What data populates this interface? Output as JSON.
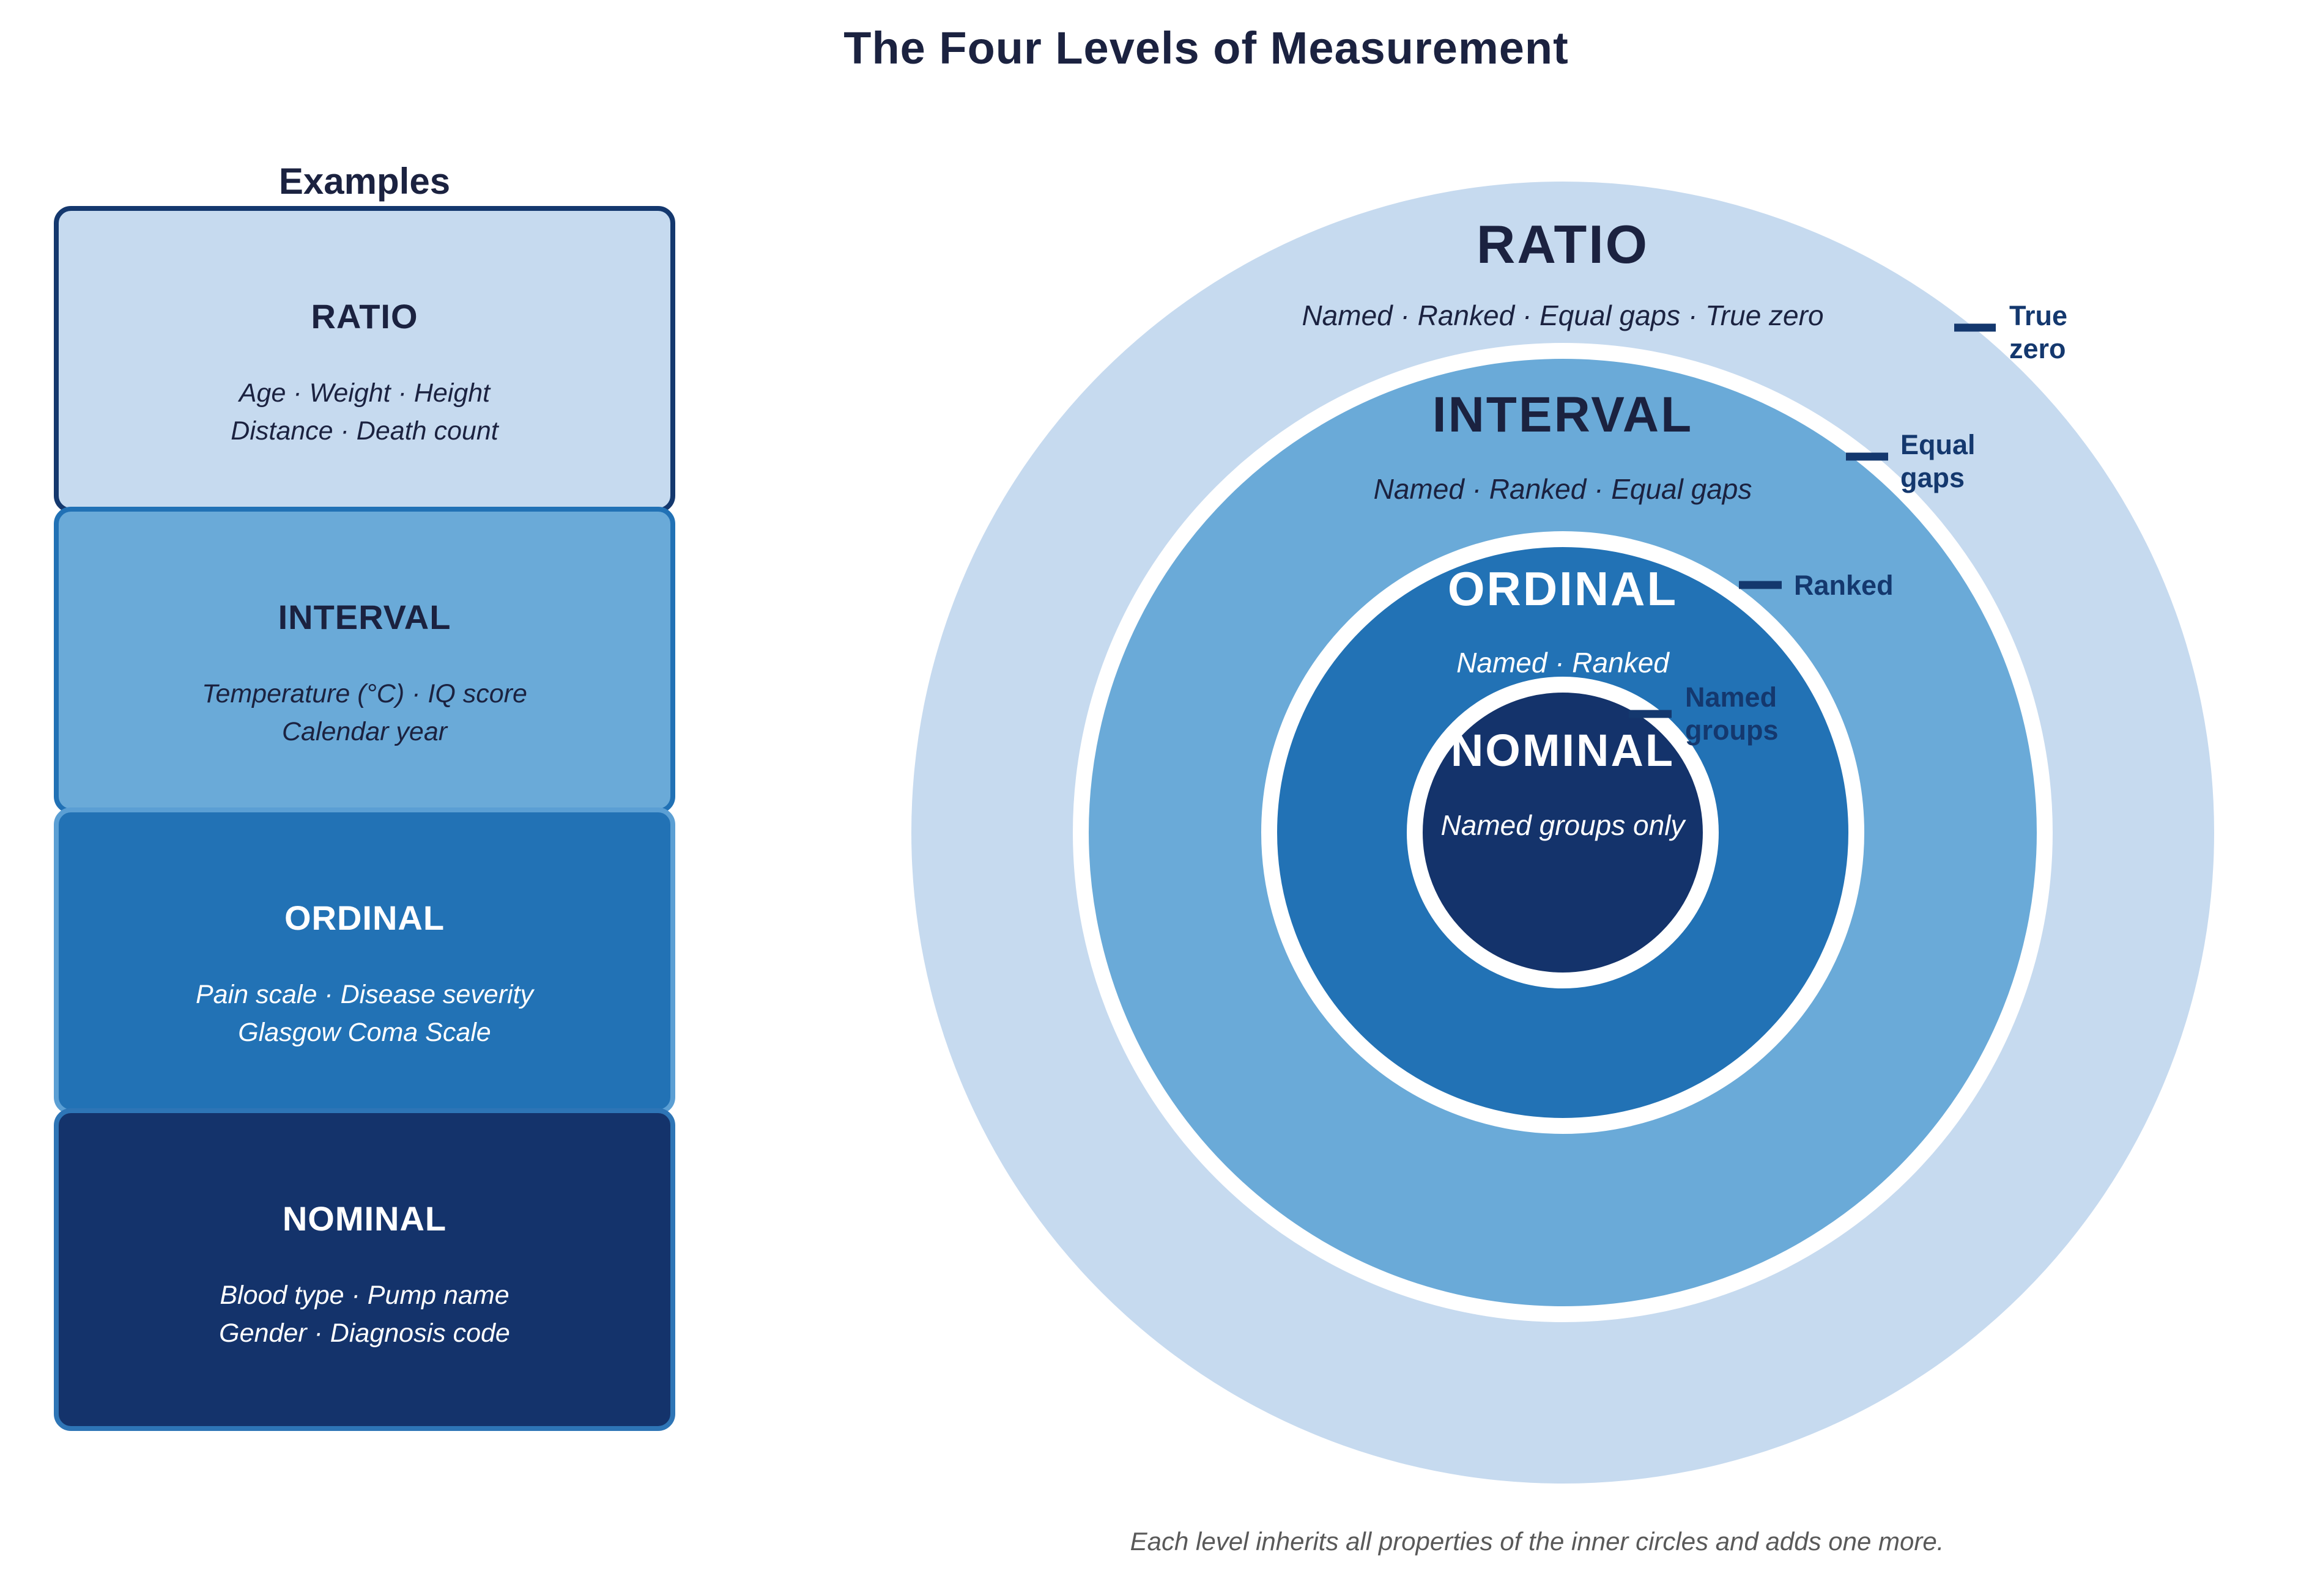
{
  "title": "The Four Levels of Measurement",
  "examples_panel": {
    "heading": "Examples",
    "boxes": [
      {
        "label": "RATIO",
        "example_line1": "Age · Weight · Height",
        "example_line2": "Distance · Death count"
      },
      {
        "label": "INTERVAL",
        "example_line1": "Temperature (°C) · IQ score",
        "example_line2": "Calendar year"
      },
      {
        "label": "ORDINAL",
        "example_line1": "Pain scale · Disease severity",
        "example_line2": "Glasgow Coma Scale"
      },
      {
        "label": "NOMINAL",
        "example_line1": "Blood type · Pump name",
        "example_line2": "Gender · Diagnosis code"
      }
    ]
  },
  "diagram": {
    "rings": [
      {
        "name": "RATIO",
        "properties": "Named · Ranked · Equal gaps · True zero"
      },
      {
        "name": "INTERVAL",
        "properties": "Named · Ranked · Equal gaps"
      },
      {
        "name": "ORDINAL",
        "properties": "Named · Ranked"
      },
      {
        "name": "NOMINAL",
        "properties": "Named groups only"
      }
    ],
    "callouts": [
      {
        "line1": "True",
        "line2": "zero"
      },
      {
        "line1": "Equal",
        "line2": "gaps"
      },
      {
        "line1": "Ranked",
        "line2": ""
      },
      {
        "line1": "Named",
        "line2": "groups"
      }
    ]
  },
  "caption": "Each level inherits all properties of the inner circles and adds one more.",
  "palette": {
    "ratio_fill": "#c6daef",
    "interval_fill": "#6aaad8",
    "ordinal_fill": "#2272b5",
    "nominal_fill": "#14336b",
    "ink_navy": "#1b2240",
    "callout_navy": "#14386e",
    "caption_gray": "#595959",
    "ring_gap_white": "#ffffff"
  }
}
